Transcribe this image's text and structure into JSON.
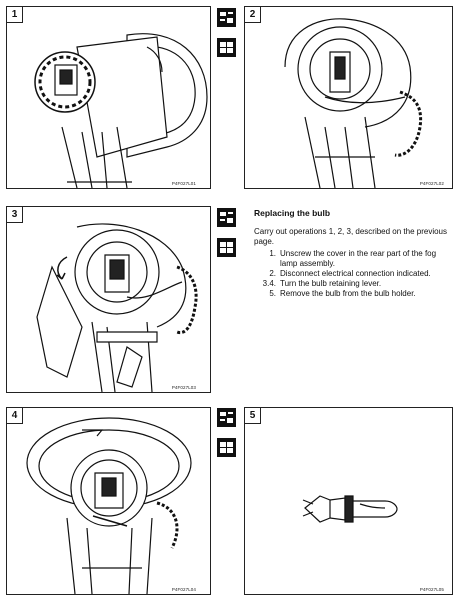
{
  "figures": [
    {
      "number": "1",
      "code": "P4F027L01"
    },
    {
      "number": "2",
      "code": "P4F027L02"
    },
    {
      "number": "3",
      "code": "P4F027L03"
    },
    {
      "number": "4",
      "code": "P4F027L04"
    },
    {
      "number": "5",
      "code": "P4F027L05"
    }
  ],
  "section": {
    "title": "Replacing the bulb",
    "intro": "Carry out operations 1, 2, 3, described on the previous page.",
    "steps": [
      {
        "num": "1.",
        "text": "Unscrew the cover in the rear part of the fog lamp assembly."
      },
      {
        "num": "2.",
        "text": "Disconnect electrical connection indicated."
      },
      {
        "num": "3.4.",
        "text": "Turn the bulb retaining lever."
      },
      {
        "num": "5.",
        "text": "Remove the bulb from the bulb holder."
      }
    ]
  },
  "icons": [
    "tool-chart-icon",
    "parts-grid-icon"
  ]
}
